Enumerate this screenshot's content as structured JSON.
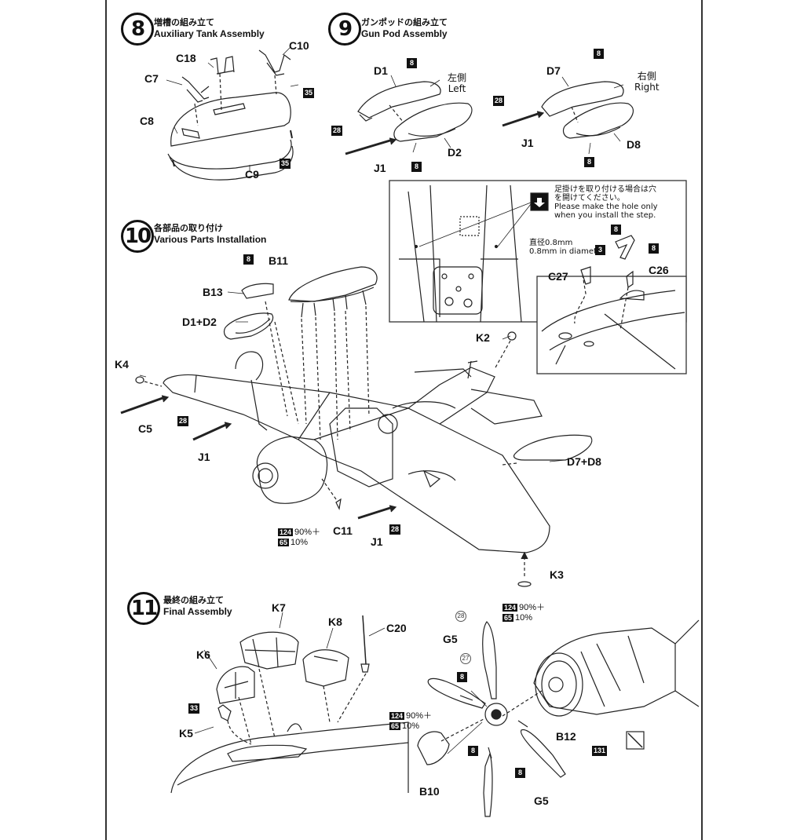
{
  "steps": {
    "s8": {
      "number": "8",
      "jp": "増槽の組み立て",
      "en": "Auxiliary Tank Assembly"
    },
    "s9": {
      "number": "9",
      "jp": "ガンポッドの組み立て",
      "en": "Gun Pod Assembly"
    },
    "s10": {
      "number": "10",
      "jp": "各部品の取り付け",
      "en": "Various Parts Installation"
    },
    "s11": {
      "number": "11",
      "jp": "最終の組み立て",
      "en": "Final Assembly"
    }
  },
  "parts": {
    "c18": "C18",
    "c10": "C10",
    "c7": "C7",
    "c8": "C8",
    "c9": "C9",
    "d1": "D1",
    "d2": "D2",
    "j1a": "J1",
    "d7": "D7",
    "d8": "D8",
    "j1b": "J1",
    "b11": "B11",
    "b13": "B13",
    "d1d2": "D1+D2",
    "k4": "K4",
    "c5": "C5",
    "j1c": "J1",
    "k2": "K2",
    "d7d8": "D7+D8",
    "c11": "C11",
    "j1d": "J1",
    "k3": "K3",
    "c27": "C27",
    "c26": "C26",
    "k7": "K7",
    "k8": "K8",
    "c20": "C20",
    "k6": "K6",
    "k5": "K5",
    "g5a": "G5",
    "b12": "B12",
    "b10": "B10",
    "g5b": "G5"
  },
  "sides": {
    "left_jp": "左側",
    "left_en": "Left",
    "right_jp": "右側",
    "right_en": "Right"
  },
  "inset": {
    "note_jp_1": "足掛けを取り付ける場合は穴",
    "note_jp_2": "を開けてください。",
    "note_en_1": "Please make the hole only",
    "note_en_2": "when you install the step.",
    "diam_jp": "直径0.8mm",
    "diam_en": "0.8mm in diameter"
  },
  "paint_codes": {
    "p35a": "35",
    "p35b": "35",
    "p8_9a": "8",
    "p28_9a": "28",
    "p8_9b": "8",
    "p8_9c": "8",
    "p28_9b": "28",
    "p8_9d": "8",
    "p8_in1": "8",
    "p3_in": "3",
    "p8_in2": "8",
    "p8_10": "8",
    "p28_10a": "28",
    "p28_10b": "28",
    "p33": "33",
    "p8_11a": "8",
    "p8_11b": "8",
    "p8_11c": "8",
    "p131": "131",
    "p28_11": "28",
    "p27_11": "27"
  },
  "mixes": {
    "m10": {
      "c1": "124",
      "v1": "90%＋",
      "c2": "65",
      "v2": "10%"
    },
    "m11a": {
      "c1": "124",
      "v1": "90%＋",
      "c2": "65",
      "v2": "10%"
    },
    "m11b": {
      "c1": "124",
      "v1": "90%＋",
      "c2": "65",
      "v2": "10%"
    }
  }
}
